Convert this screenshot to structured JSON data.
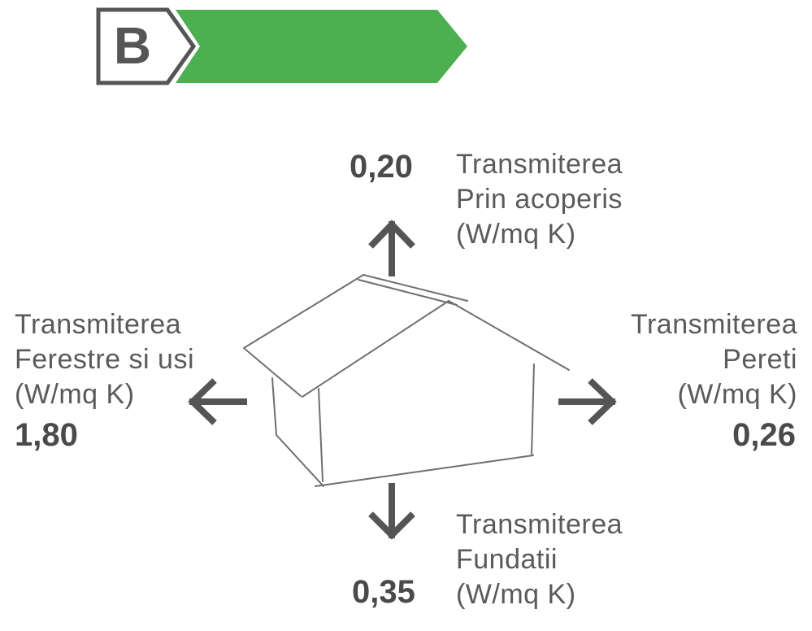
{
  "rating": {
    "letter": "B",
    "color": "#4caf50"
  },
  "roof": {
    "value": "0,20",
    "line1": "Transmiterea",
    "line2": "Prin acoperis",
    "line3": "(W/mq K)"
  },
  "windows": {
    "value": "1,80",
    "line1": "Transmiterea",
    "line2": "Ferestre si usi",
    "line3": "(W/mq K)"
  },
  "walls": {
    "value": "0,26",
    "line1": "Transmiterea",
    "line2": "Pereti",
    "line3": "(W/mq K)"
  },
  "foundation": {
    "value": "0,35",
    "line1": "Transmiterea",
    "line2": "Fundatii",
    "line3": "(W/mq K)"
  }
}
